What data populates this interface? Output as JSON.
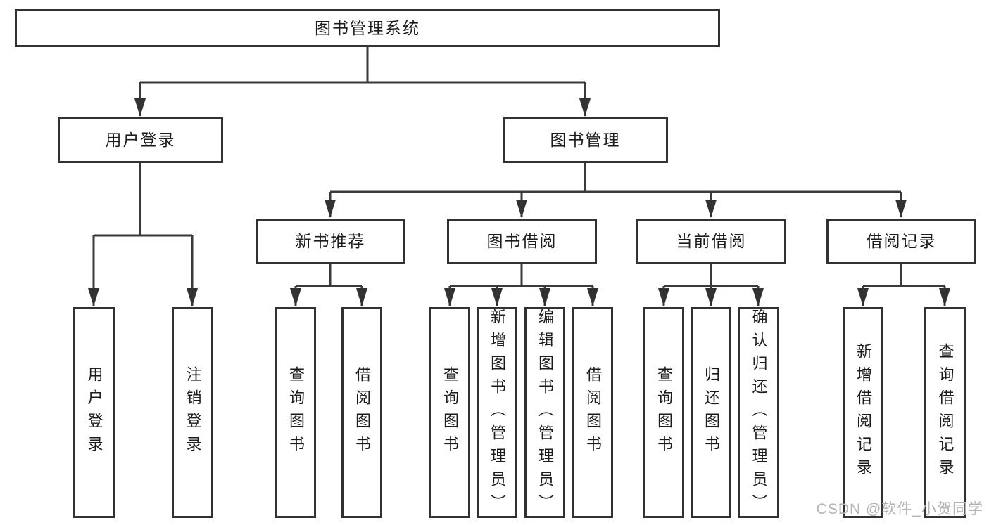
{
  "nodes": {
    "root": "图书管理系统",
    "user_login": "用户登录",
    "book_mgmt": "图书管理",
    "new_book": "新书推荐",
    "book_borrow": "图书借阅",
    "current_borrow": "当前借阅",
    "borrow_record": "借阅记录",
    "leaf_user_login": "用户登录",
    "leaf_logout": "注销登录",
    "leaf_nb_query": "查询图书",
    "leaf_nb_borrow": "借阅图书",
    "leaf_bb_query": "查询图书",
    "leaf_bb_add": "新增图书（管理员）",
    "leaf_bb_edit": "编辑图书（管理员）",
    "leaf_bb_borrow": "借阅图书",
    "leaf_cb_query": "查询图书",
    "leaf_cb_return": "归还图书",
    "leaf_cb_confirm": "确认归还（管理员）",
    "leaf_br_add": "新增借阅记录",
    "leaf_br_query": "查询借阅记录"
  },
  "watermark": "CSDN @软件_小贺同学",
  "colors": {
    "background": "#ffffff",
    "box_border": "#323232",
    "connector_line": "#3a3a3a",
    "text": "#1c1c1c",
    "watermark": "#b3b3b3"
  }
}
